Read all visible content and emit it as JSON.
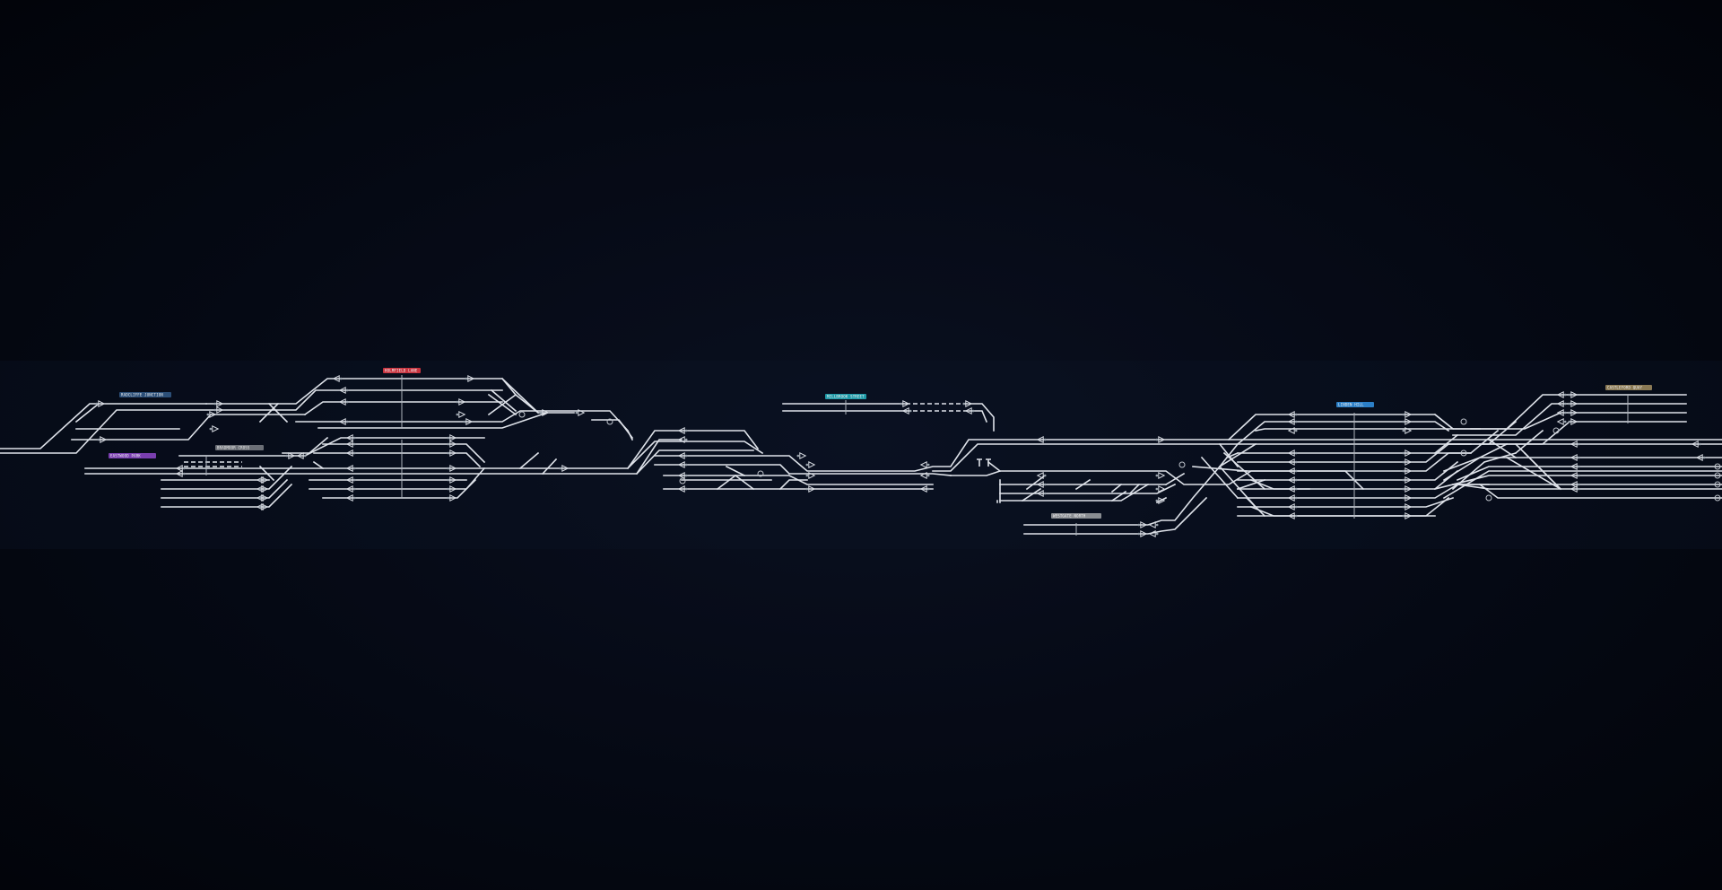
{
  "app": {
    "view": "track-diagram"
  },
  "colors": {
    "background": "#050914",
    "track": "#dfe3ea",
    "signal": "#d7dbe2"
  },
  "stations": [
    {
      "id": "st1",
      "label": "RADCLIFFE JUNCTION",
      "color": "#2c4f78",
      "text_dark": false
    },
    {
      "id": "st2",
      "label": "HOLMFIELD LANE",
      "color": "#c8343f",
      "text_dark": false
    },
    {
      "id": "st3",
      "label": "EASTWOOD PARK",
      "color": "#7a3fb0",
      "text_dark": false
    },
    {
      "id": "st4",
      "label": "BRADMOOR CROSS",
      "color": "#6b6f76",
      "text_dark": false
    },
    {
      "id": "st5",
      "label": "MILLBROOK STREET",
      "color": "#1f9aa8",
      "text_dark": false
    },
    {
      "id": "st6",
      "label": "WESTGATE NORTH",
      "color": "#8a8d92",
      "text_dark": false
    },
    {
      "id": "st7",
      "label": "LINDEN HILL",
      "color": "#2c7fc7",
      "text_dark": false
    },
    {
      "id": "st8",
      "label": "CASTLEFORD QUAY",
      "color": "#8a7a55",
      "text_dark": false
    }
  ]
}
